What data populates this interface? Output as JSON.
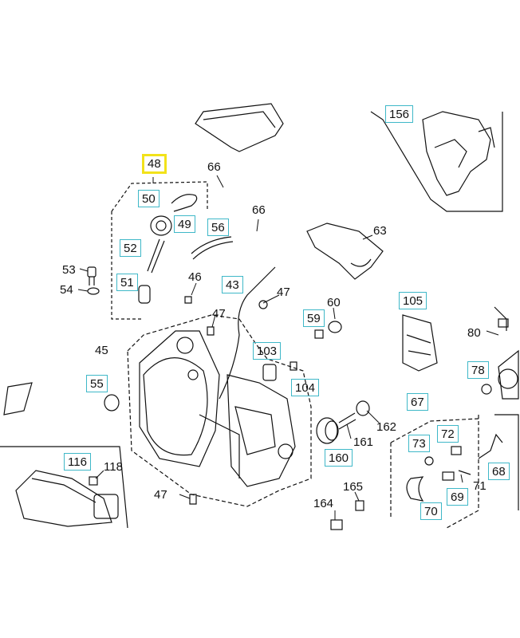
{
  "colors": {
    "ink": "#111111",
    "callout_box": "#3fb8c8",
    "highlight": "#f2e21a",
    "background": "#ffffff"
  },
  "callouts": [
    {
      "id": "48"
    },
    {
      "id": "50"
    },
    {
      "id": "49"
    },
    {
      "id": "52"
    },
    {
      "id": "51"
    },
    {
      "id": "56"
    },
    {
      "id": "43"
    },
    {
      "id": "59"
    },
    {
      "id": "103"
    },
    {
      "id": "104"
    },
    {
      "id": "55"
    },
    {
      "id": "105"
    },
    {
      "id": "78"
    },
    {
      "id": "67"
    },
    {
      "id": "73"
    },
    {
      "id": "72"
    },
    {
      "id": "69"
    },
    {
      "id": "70"
    },
    {
      "id": "68"
    },
    {
      "id": "116"
    },
    {
      "id": "160"
    },
    {
      "id": "156"
    }
  ],
  "plain_labels": [
    {
      "id": "66"
    },
    {
      "id": "66"
    },
    {
      "id": "63"
    },
    {
      "id": "53"
    },
    {
      "id": "54"
    },
    {
      "id": "46"
    },
    {
      "id": "47"
    },
    {
      "id": "47"
    },
    {
      "id": "60"
    },
    {
      "id": "45"
    },
    {
      "id": "80"
    },
    {
      "id": "162"
    },
    {
      "id": "161"
    },
    {
      "id": "118"
    },
    {
      "id": "71"
    },
    {
      "id": "47"
    },
    {
      "id": "165"
    },
    {
      "id": "164"
    }
  ],
  "highlighted": "48"
}
